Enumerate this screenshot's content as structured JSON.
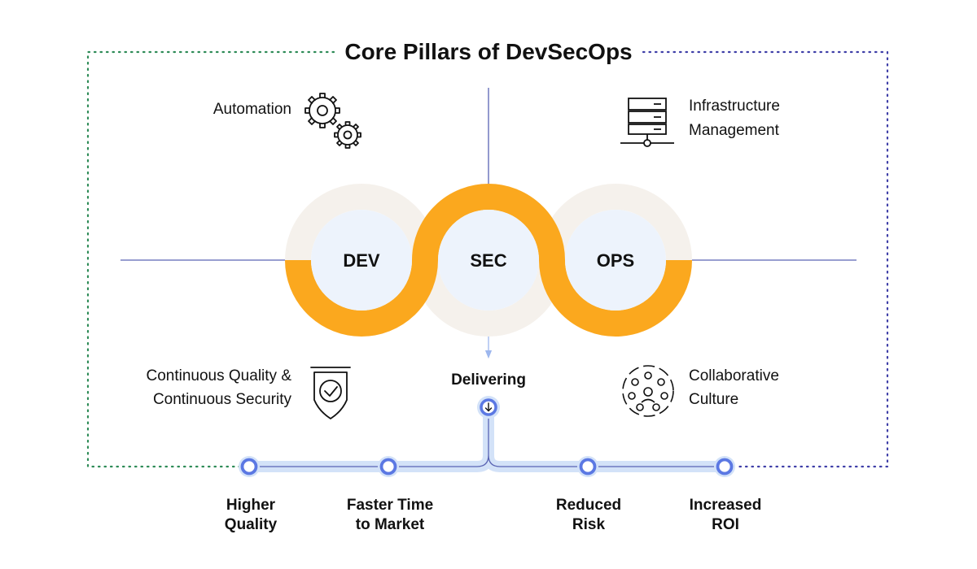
{
  "title": "Core Pillars of DevSecOps",
  "pillars": {
    "dev": "DEV",
    "sec": "SEC",
    "ops": "OPS"
  },
  "features": {
    "automation": "Automation",
    "infrastructure": [
      "Infrastructure",
      "Management"
    ],
    "quality_security": [
      "Continuous Quality &",
      "Continuous Security"
    ],
    "collaborative": [
      "Collaborative",
      "Culture"
    ]
  },
  "delivering": "Delivering",
  "outcomes": [
    {
      "line1": "Higher",
      "line2": "Quality"
    },
    {
      "line1": "Faster Time",
      "line2": "to Market"
    },
    {
      "line1": "Reduced",
      "line2": "Risk"
    },
    {
      "line1": "Increased",
      "line2": "ROI"
    }
  ],
  "colors": {
    "orange": "#FBA81E",
    "beige": "#F5F1EC",
    "inner": "#EDF3FC",
    "blue_line": "#5A64B4",
    "node": "#5B78E3",
    "track": "#D3E2F8",
    "frame_left": "#2E8B57",
    "frame_right": "#3F3FA8"
  },
  "icons": {
    "automation": "gears-icon",
    "infrastructure": "server-rack-icon",
    "quality_security": "shield-check-icon",
    "collaborative": "people-circle-icon"
  }
}
